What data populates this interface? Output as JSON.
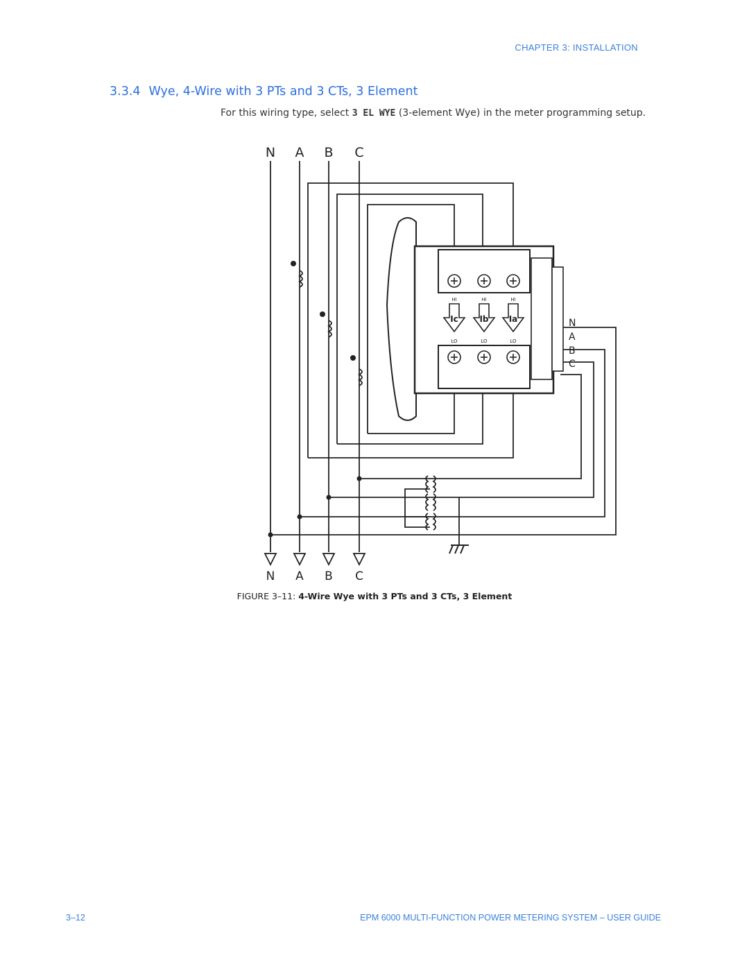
{
  "header": {
    "chapter": "CHAPTER 3: INSTALLATION"
  },
  "section": {
    "number": "3.3.4",
    "title": "Wye, 4-Wire with 3 PTs and 3 CTs, 3 Element"
  },
  "intro": {
    "before": "For this wiring type, select ",
    "code": "3 EL WYE",
    "after": " (3-element Wye) in the meter programming setup."
  },
  "diagram": {
    "top_labels": [
      "N",
      "A",
      "B",
      "C"
    ],
    "bottom_labels": [
      "N",
      "A",
      "B",
      "C"
    ],
    "side_labels": [
      "N",
      "A",
      "B",
      "C"
    ],
    "ct_labels": [
      "Ic",
      "Ib",
      "Ia"
    ],
    "hi_label": "HI",
    "lo_label": "LO"
  },
  "figure": {
    "prefix": "FIGURE 3–11: ",
    "caption": "4-Wire Wye with 3 PTs and 3 CTs, 3 Element"
  },
  "footer": {
    "page": "3–12",
    "title": "EPM 6000 MULTI-FUNCTION POWER METERING SYSTEM – USER GUIDE"
  }
}
